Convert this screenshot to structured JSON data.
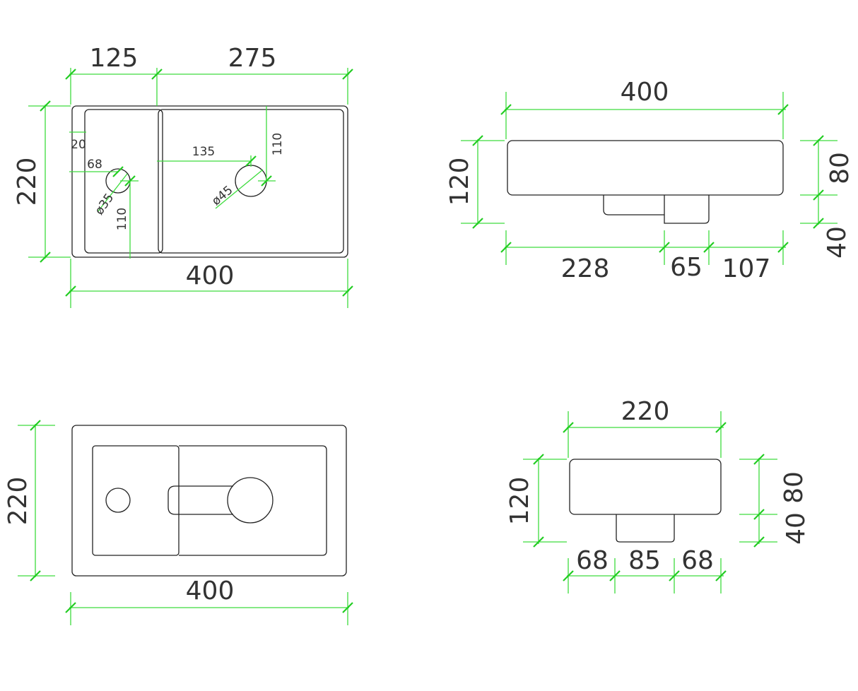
{
  "colors": {
    "dimension": "#3ddc3d",
    "outline": "#222222",
    "background": "#ffffff"
  },
  "views": {
    "top_view": {
      "dims": {
        "d125": "125",
        "d275": "275",
        "d400": "400",
        "d220": "220",
        "d20": "20",
        "d68": "68",
        "d135": "135",
        "d110_top": "110",
        "d110_left": "110",
        "phi35": "ø35",
        "phi45": "ø45"
      }
    },
    "front_view": {
      "dims": {
        "d400": "400",
        "d120": "120",
        "d80": "80",
        "d40": "40",
        "d228": "228",
        "d65": "65",
        "d107": "107"
      }
    },
    "plan_view": {
      "dims": {
        "d220": "220",
        "d400": "400"
      }
    },
    "side_view": {
      "dims": {
        "d220": "220",
        "d120": "120",
        "d80": "80",
        "d40": "40",
        "d68a": "68",
        "d85": "85",
        "d68b": "68"
      }
    }
  }
}
